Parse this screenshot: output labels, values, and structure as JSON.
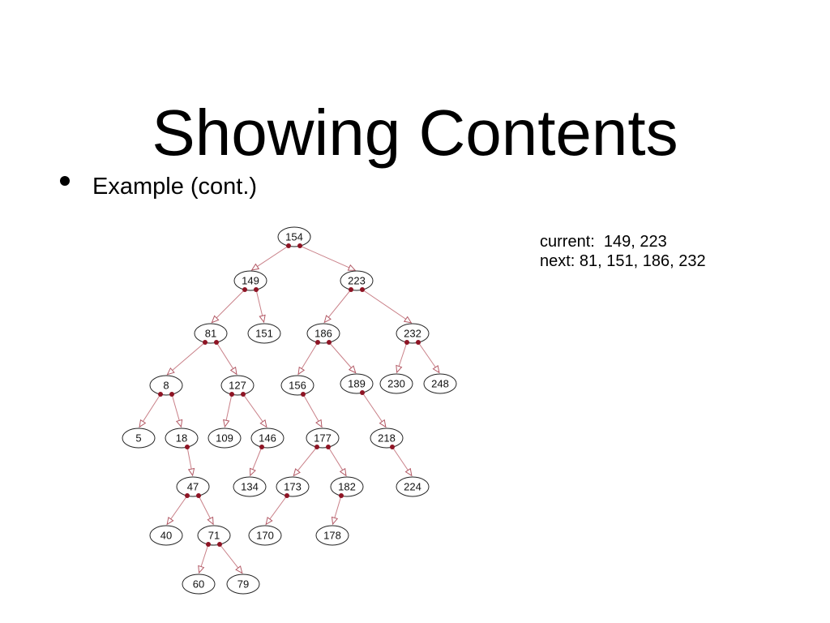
{
  "slide": {
    "title": "Showing Contents",
    "bullet": "Example (cont.)"
  },
  "legend": {
    "current": "current:  149, 223",
    "next": "next: 81, 151, 186, 232"
  },
  "colors": {
    "edge": "#c98088",
    "pointer_dot": "#8e1424",
    "arrow_head": "#b35a66"
  },
  "tree": {
    "nodes": [
      {
        "id": "n154",
        "label": "154"
      },
      {
        "id": "n149",
        "label": "149"
      },
      {
        "id": "n223",
        "label": "223"
      },
      {
        "id": "n81",
        "label": "81"
      },
      {
        "id": "n151",
        "label": "151"
      },
      {
        "id": "n186",
        "label": "186"
      },
      {
        "id": "n232",
        "label": "232"
      },
      {
        "id": "n8",
        "label": "8"
      },
      {
        "id": "n127",
        "label": "127"
      },
      {
        "id": "n156",
        "label": "156"
      },
      {
        "id": "n189",
        "label": "189"
      },
      {
        "id": "n230",
        "label": "230"
      },
      {
        "id": "n248",
        "label": "248"
      },
      {
        "id": "n5",
        "label": "5"
      },
      {
        "id": "n18",
        "label": "18"
      },
      {
        "id": "n109",
        "label": "109"
      },
      {
        "id": "n146",
        "label": "146"
      },
      {
        "id": "n177",
        "label": "177"
      },
      {
        "id": "n218",
        "label": "218"
      },
      {
        "id": "n47",
        "label": "47"
      },
      {
        "id": "n134",
        "label": "134"
      },
      {
        "id": "n173",
        "label": "173"
      },
      {
        "id": "n182",
        "label": "182"
      },
      {
        "id": "n224",
        "label": "224"
      },
      {
        "id": "n40",
        "label": "40"
      },
      {
        "id": "n71",
        "label": "71"
      },
      {
        "id": "n170",
        "label": "170"
      },
      {
        "id": "n178",
        "label": "178"
      },
      {
        "id": "n60",
        "label": "60"
      },
      {
        "id": "n79",
        "label": "79"
      }
    ],
    "edges": [
      {
        "from": "n154",
        "to": "n149",
        "side": "L"
      },
      {
        "from": "n154",
        "to": "n223",
        "side": "R"
      },
      {
        "from": "n149",
        "to": "n81",
        "side": "L"
      },
      {
        "from": "n149",
        "to": "n151",
        "side": "R"
      },
      {
        "from": "n223",
        "to": "n186",
        "side": "L"
      },
      {
        "from": "n223",
        "to": "n232",
        "side": "R"
      },
      {
        "from": "n81",
        "to": "n8",
        "side": "L"
      },
      {
        "from": "n81",
        "to": "n127",
        "side": "R"
      },
      {
        "from": "n186",
        "to": "n156",
        "side": "L"
      },
      {
        "from": "n186",
        "to": "n189",
        "side": "R"
      },
      {
        "from": "n232",
        "to": "n230",
        "side": "L"
      },
      {
        "from": "n232",
        "to": "n248",
        "side": "R"
      },
      {
        "from": "n8",
        "to": "n5",
        "side": "L"
      },
      {
        "from": "n8",
        "to": "n18",
        "side": "R"
      },
      {
        "from": "n127",
        "to": "n109",
        "side": "L"
      },
      {
        "from": "n127",
        "to": "n146",
        "side": "R"
      },
      {
        "from": "n156",
        "to": "n177",
        "side": "R"
      },
      {
        "from": "n189",
        "to": "n218",
        "side": "R"
      },
      {
        "from": "n18",
        "to": "n47",
        "side": "R"
      },
      {
        "from": "n146",
        "to": "n134",
        "side": "L"
      },
      {
        "from": "n177",
        "to": "n173",
        "side": "L"
      },
      {
        "from": "n177",
        "to": "n182",
        "side": "R"
      },
      {
        "from": "n218",
        "to": "n224",
        "side": "R"
      },
      {
        "from": "n47",
        "to": "n40",
        "side": "L"
      },
      {
        "from": "n47",
        "to": "n71",
        "side": "R"
      },
      {
        "from": "n173",
        "to": "n170",
        "side": "L"
      },
      {
        "from": "n182",
        "to": "n178",
        "side": "L"
      },
      {
        "from": "n71",
        "to": "n60",
        "side": "L"
      },
      {
        "from": "n71",
        "to": "n79",
        "side": "R"
      }
    ],
    "dots": [
      {
        "node": "n154",
        "side": "L"
      },
      {
        "node": "n154",
        "side": "R"
      },
      {
        "node": "n149",
        "side": "L"
      },
      {
        "node": "n149",
        "side": "R"
      },
      {
        "node": "n223",
        "side": "L"
      },
      {
        "node": "n223",
        "side": "R"
      },
      {
        "node": "n81",
        "side": "L"
      },
      {
        "node": "n81",
        "side": "R"
      },
      {
        "node": "n186",
        "side": "L"
      },
      {
        "node": "n186",
        "side": "R"
      },
      {
        "node": "n232",
        "side": "L"
      },
      {
        "node": "n232",
        "side": "R"
      },
      {
        "node": "n8",
        "side": "L"
      },
      {
        "node": "n8",
        "side": "R"
      },
      {
        "node": "n127",
        "side": "L"
      },
      {
        "node": "n127",
        "side": "R"
      },
      {
        "node": "n156",
        "side": "R"
      },
      {
        "node": "n189",
        "side": "R"
      },
      {
        "node": "n18",
        "side": "R"
      },
      {
        "node": "n146",
        "side": "L"
      },
      {
        "node": "n177",
        "side": "L"
      },
      {
        "node": "n177",
        "side": "R"
      },
      {
        "node": "n218",
        "side": "R"
      },
      {
        "node": "n47",
        "side": "L"
      },
      {
        "node": "n47",
        "side": "R"
      },
      {
        "node": "n173",
        "side": "L"
      },
      {
        "node": "n182",
        "side": "L"
      },
      {
        "node": "n71",
        "side": "L"
      },
      {
        "node": "n71",
        "side": "R"
      }
    ]
  }
}
